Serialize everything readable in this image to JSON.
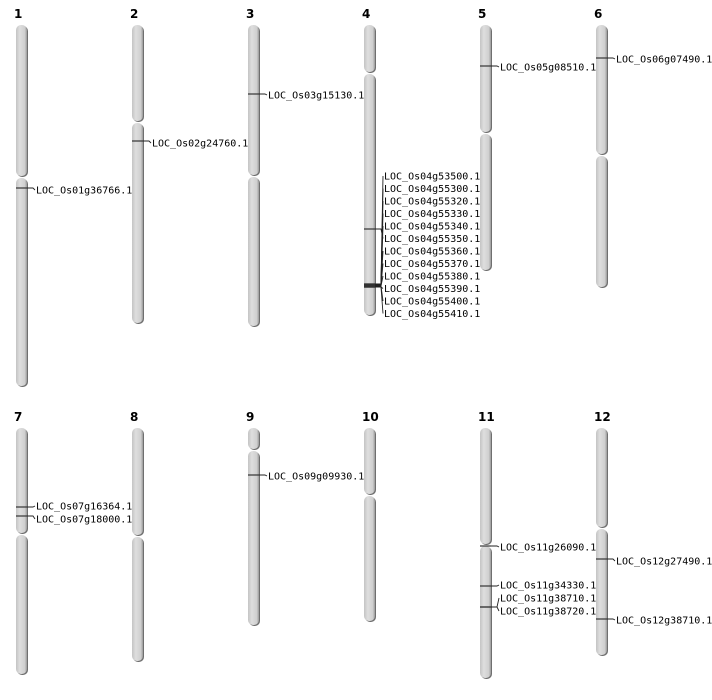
{
  "chromosomes": [
    {
      "name": "1",
      "genes": [
        "LOC_Os01g36766.1"
      ]
    },
    {
      "name": "2",
      "genes": [
        "LOC_Os02g24760.1"
      ]
    },
    {
      "name": "3",
      "genes": [
        "LOC_Os03g15130.1"
      ]
    },
    {
      "name": "4",
      "genes": [
        "LOC_Os04g53500.1",
        "LOC_Os04g55300.1",
        "LOC_Os04g55320.1",
        "LOC_Os04g55330.1",
        "LOC_Os04g55340.1",
        "LOC_Os04g55350.1",
        "LOC_Os04g55360.1",
        "LOC_Os04g55370.1",
        "LOC_Os04g55380.1",
        "LOC_Os04g55390.1",
        "LOC_Os04g55400.1",
        "LOC_Os04g55410.1"
      ]
    },
    {
      "name": "5",
      "genes": [
        "LOC_Os05g08510.1"
      ]
    },
    {
      "name": "6",
      "genes": [
        "LOC_Os06g07490.1"
      ]
    },
    {
      "name": "7",
      "genes": [
        "LOC_Os07g16364.1",
        "LOC_Os07g18000.1"
      ]
    },
    {
      "name": "8",
      "genes": []
    },
    {
      "name": "9",
      "genes": [
        "LOC_Os09g09930.1"
      ]
    },
    {
      "name": "10",
      "genes": []
    },
    {
      "name": "11",
      "genes": [
        "LOC_Os11g26090.1",
        "LOC_Os11g34330.1",
        "LOC_Os11g38710.1",
        "LOC_Os11g38720.1"
      ]
    },
    {
      "name": "12",
      "genes": [
        "LOC_Os12g27490.1",
        "LOC_Os12g38710.1"
      ]
    }
  ]
}
